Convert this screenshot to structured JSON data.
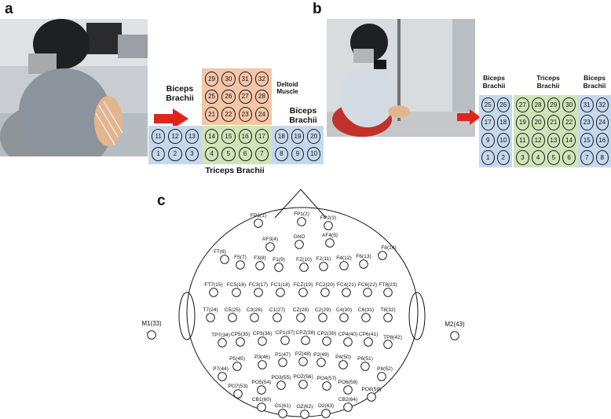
{
  "panels": {
    "a": "a",
    "b": "b",
    "c": "c"
  },
  "panel_a": {
    "label_biceps_left": "Biceps\nBrachii",
    "label_deltoid": "Deltoid\nMuscle",
    "label_biceps_right": "Biceps\nBrachii",
    "label_triceps": "Triceps Brachii",
    "deltoid_rows": [
      [
        "29",
        "30",
        "31",
        "32"
      ],
      [
        "25",
        "26",
        "27",
        "28"
      ],
      [
        "21",
        "22",
        "23",
        "24"
      ]
    ],
    "biceps_left_rows": [
      [
        "11",
        "12",
        "13"
      ],
      [
        "1",
        "2",
        "3"
      ]
    ],
    "triceps_rows": [
      [
        "14",
        "15",
        "16",
        "17"
      ],
      [
        "4",
        "5",
        "6",
        "7"
      ]
    ],
    "biceps_right_rows": [
      [
        "18",
        "19",
        "20"
      ],
      [
        "8",
        "9",
        "10"
      ]
    ]
  },
  "panel_b": {
    "label_biceps_left": "Biceps\nBrachii",
    "label_triceps": "Triceps\nBrachii",
    "label_biceps_right": "Biceps\nBrachii",
    "biceps_left_rows": [
      [
        "25",
        "26"
      ],
      [
        "17",
        "18"
      ],
      [
        "9",
        "10"
      ],
      [
        "1",
        "2"
      ]
    ],
    "triceps_rows": [
      [
        "27",
        "28",
        "29",
        "30"
      ],
      [
        "19",
        "20",
        "21",
        "22"
      ],
      [
        "11",
        "12",
        "13",
        "14"
      ],
      [
        "3",
        "4",
        "5",
        "6"
      ]
    ],
    "biceps_right_rows": [
      [
        "31",
        "32"
      ],
      [
        "23",
        "24"
      ],
      [
        "15",
        "16"
      ],
      [
        "7",
        "8"
      ]
    ]
  },
  "colors": {
    "blue": "#c5d8ee",
    "green": "#cfe4b8",
    "orange": "#f4c6a8",
    "arrow": "#e0261c"
  },
  "panel_c": {
    "electrodes": [
      "FP1(1)",
      "FPz(2)",
      "FP2(3)",
      "AF3(4)",
      "GND",
      "AF4(5)",
      "F7(6)",
      "F5(7)",
      "F3(8)",
      "F1(9)",
      "FZ(10)",
      "F2(11)",
      "F4(12)",
      "F6(13)",
      "F8(14)",
      "FT7(15)",
      "FC5(16)",
      "FC3(17)",
      "FC1(18)",
      "FCZ(19)",
      "FC2(20)",
      "FC4(21)",
      "FC6(22)",
      "FT8(23)",
      "T7(24)",
      "C5(25)",
      "C3(26)",
      "C1(27)",
      "CZ(28)",
      "C2(29)",
      "C4(30)",
      "C6(31)",
      "T8(32)",
      "M1(33)",
      "TP7(34)",
      "CP5(35)",
      "CP3(36)",
      "CP1(37)",
      "CPZ(38)",
      "CP2(39)",
      "CP4(40)",
      "CP6(41)",
      "TP8(42)",
      "M2(43)",
      "P7(44)",
      "P5(45)",
      "P3(46)",
      "P1(47)",
      "PZ(48)",
      "P2(49)",
      "P4(50)",
      "P6(51)",
      "P8(52)",
      "PO7(53)",
      "PO5(54)",
      "PO3(55)",
      "POZ(56)",
      "PO4(57)",
      "PO6(58)",
      "PO8(59)",
      "CB1(60)",
      "O1(61)",
      "OZ(62)",
      "O2(63)",
      "CB2(64)"
    ]
  }
}
